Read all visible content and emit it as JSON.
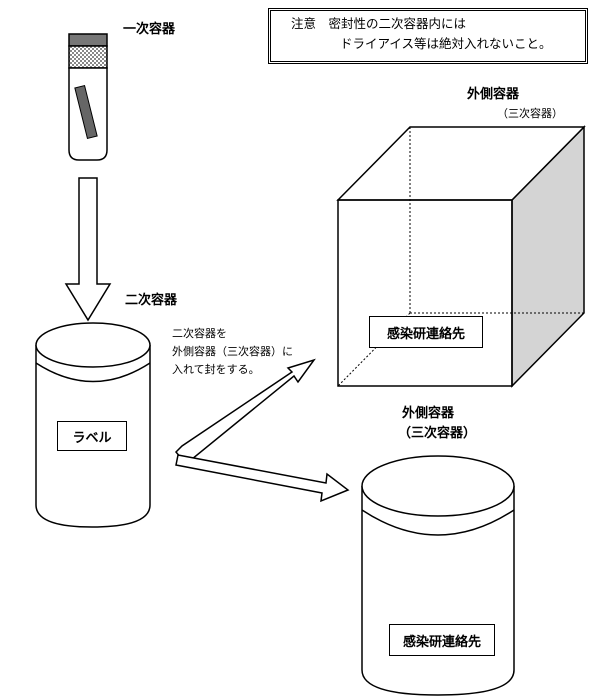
{
  "note": {
    "line1": "注意　密封性の二次容器内には",
    "line2": "ドライアイス等は絶対入れないこと。"
  },
  "labels": {
    "primary_container": "一次容器",
    "secondary_container": "二次容器",
    "outer_container_box": "外側容器",
    "outer_container_box_sub": "（三次容器）",
    "outer_container_jar": "外側容器",
    "outer_container_jar_sub": "（三次容器）"
  },
  "instruction": {
    "line1": "二次容器を",
    "line2": "外側容器（三次容器）に",
    "line3": "入れて封をする。"
  },
  "tags": {
    "secondary_label": "ラベル",
    "box_label": "感染研連絡先",
    "jar_label": "感染研連絡先"
  }
}
